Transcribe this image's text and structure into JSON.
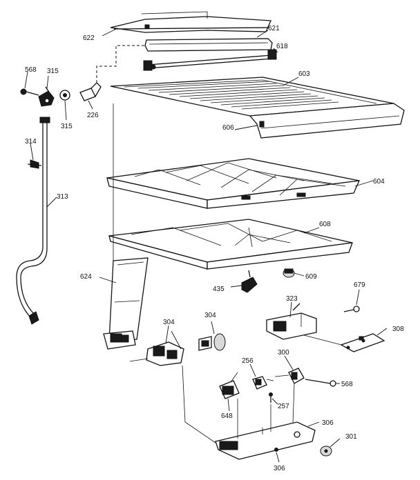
{
  "labels": {
    "p622": "622",
    "p621": "621",
    "p618": "618",
    "p603": "603",
    "p606": "606",
    "p568a": "568",
    "p315a": "315",
    "p315b": "315",
    "p226": "226",
    "p314": "314",
    "p313": "313",
    "p604": "604",
    "p608": "608",
    "p624": "624",
    "p435": "435",
    "p609": "609",
    "p679": "679",
    "p323": "323",
    "p308": "308",
    "p304a": "304",
    "p304b": "304",
    "p256": "256",
    "p300": "300",
    "p568b": "568",
    "p257": "257",
    "p648": "648",
    "p306a": "306",
    "p306b": "306",
    "p301": "301"
  }
}
